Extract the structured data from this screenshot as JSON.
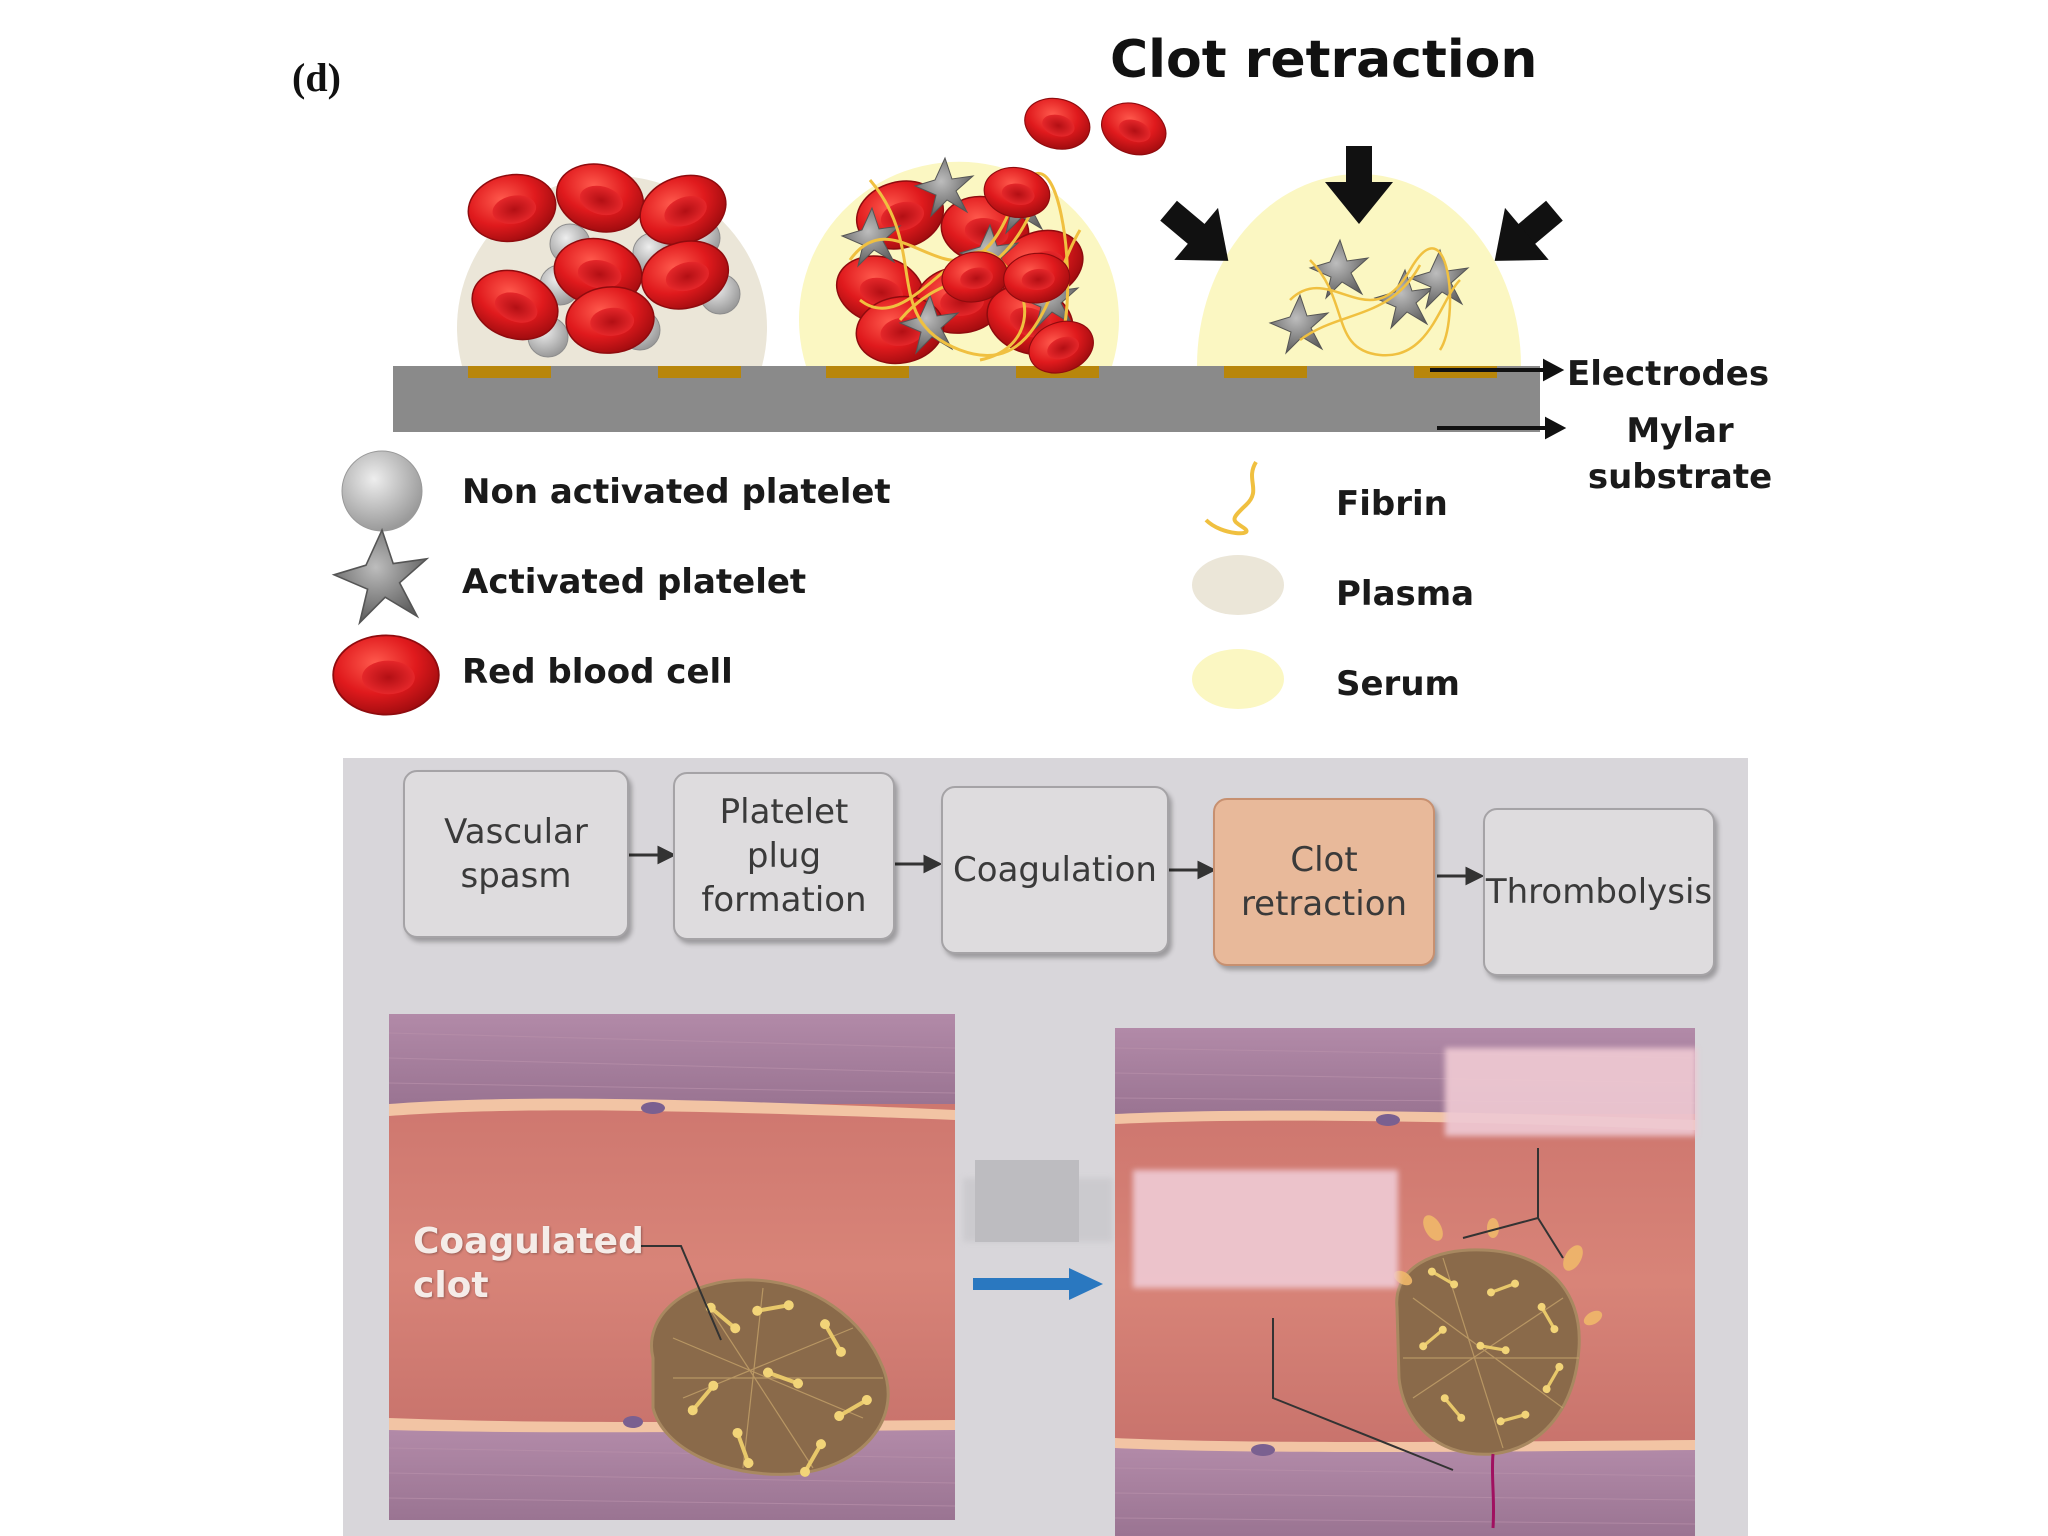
{
  "top": {
    "panel_label": "(d)",
    "title": "Clot retraction",
    "callouts": {
      "electrodes": "Electrodes",
      "substrate": "Mylar\nsubstrate"
    },
    "legend": [
      {
        "icon": "non-activated-platelet-icon",
        "label": "Non activated platelet"
      },
      {
        "icon": "activated-platelet-icon",
        "label": "Activated platelet"
      },
      {
        "icon": "red-blood-cell-icon",
        "label": "Red blood cell"
      },
      {
        "icon": "fibrin-icon",
        "label": "Fibrin"
      },
      {
        "icon": "plasma-icon",
        "label": "Plasma"
      },
      {
        "icon": "serum-icon",
        "label": "Serum"
      }
    ]
  },
  "bottom": {
    "steps": [
      {
        "label": "Vascular\nspasm",
        "highlighted": false
      },
      {
        "label": "Platelet\nplug\nformation",
        "highlighted": false
      },
      {
        "label": "Coagulation",
        "highlighted": false
      },
      {
        "label": "Clot\nretraction",
        "highlighted": true
      },
      {
        "label": "Thrombolysis",
        "highlighted": false
      }
    ],
    "clot_label": "Coagulated\nclot"
  },
  "colors": {
    "rbc": "#d8151a",
    "substrate": "#8a8a8a",
    "electrode": "#b8860b",
    "plasma": "#ebe6d8",
    "serum": "#fbf7c2",
    "fibrin": "#e8b93a",
    "highlight_step": "#e8b99a"
  }
}
